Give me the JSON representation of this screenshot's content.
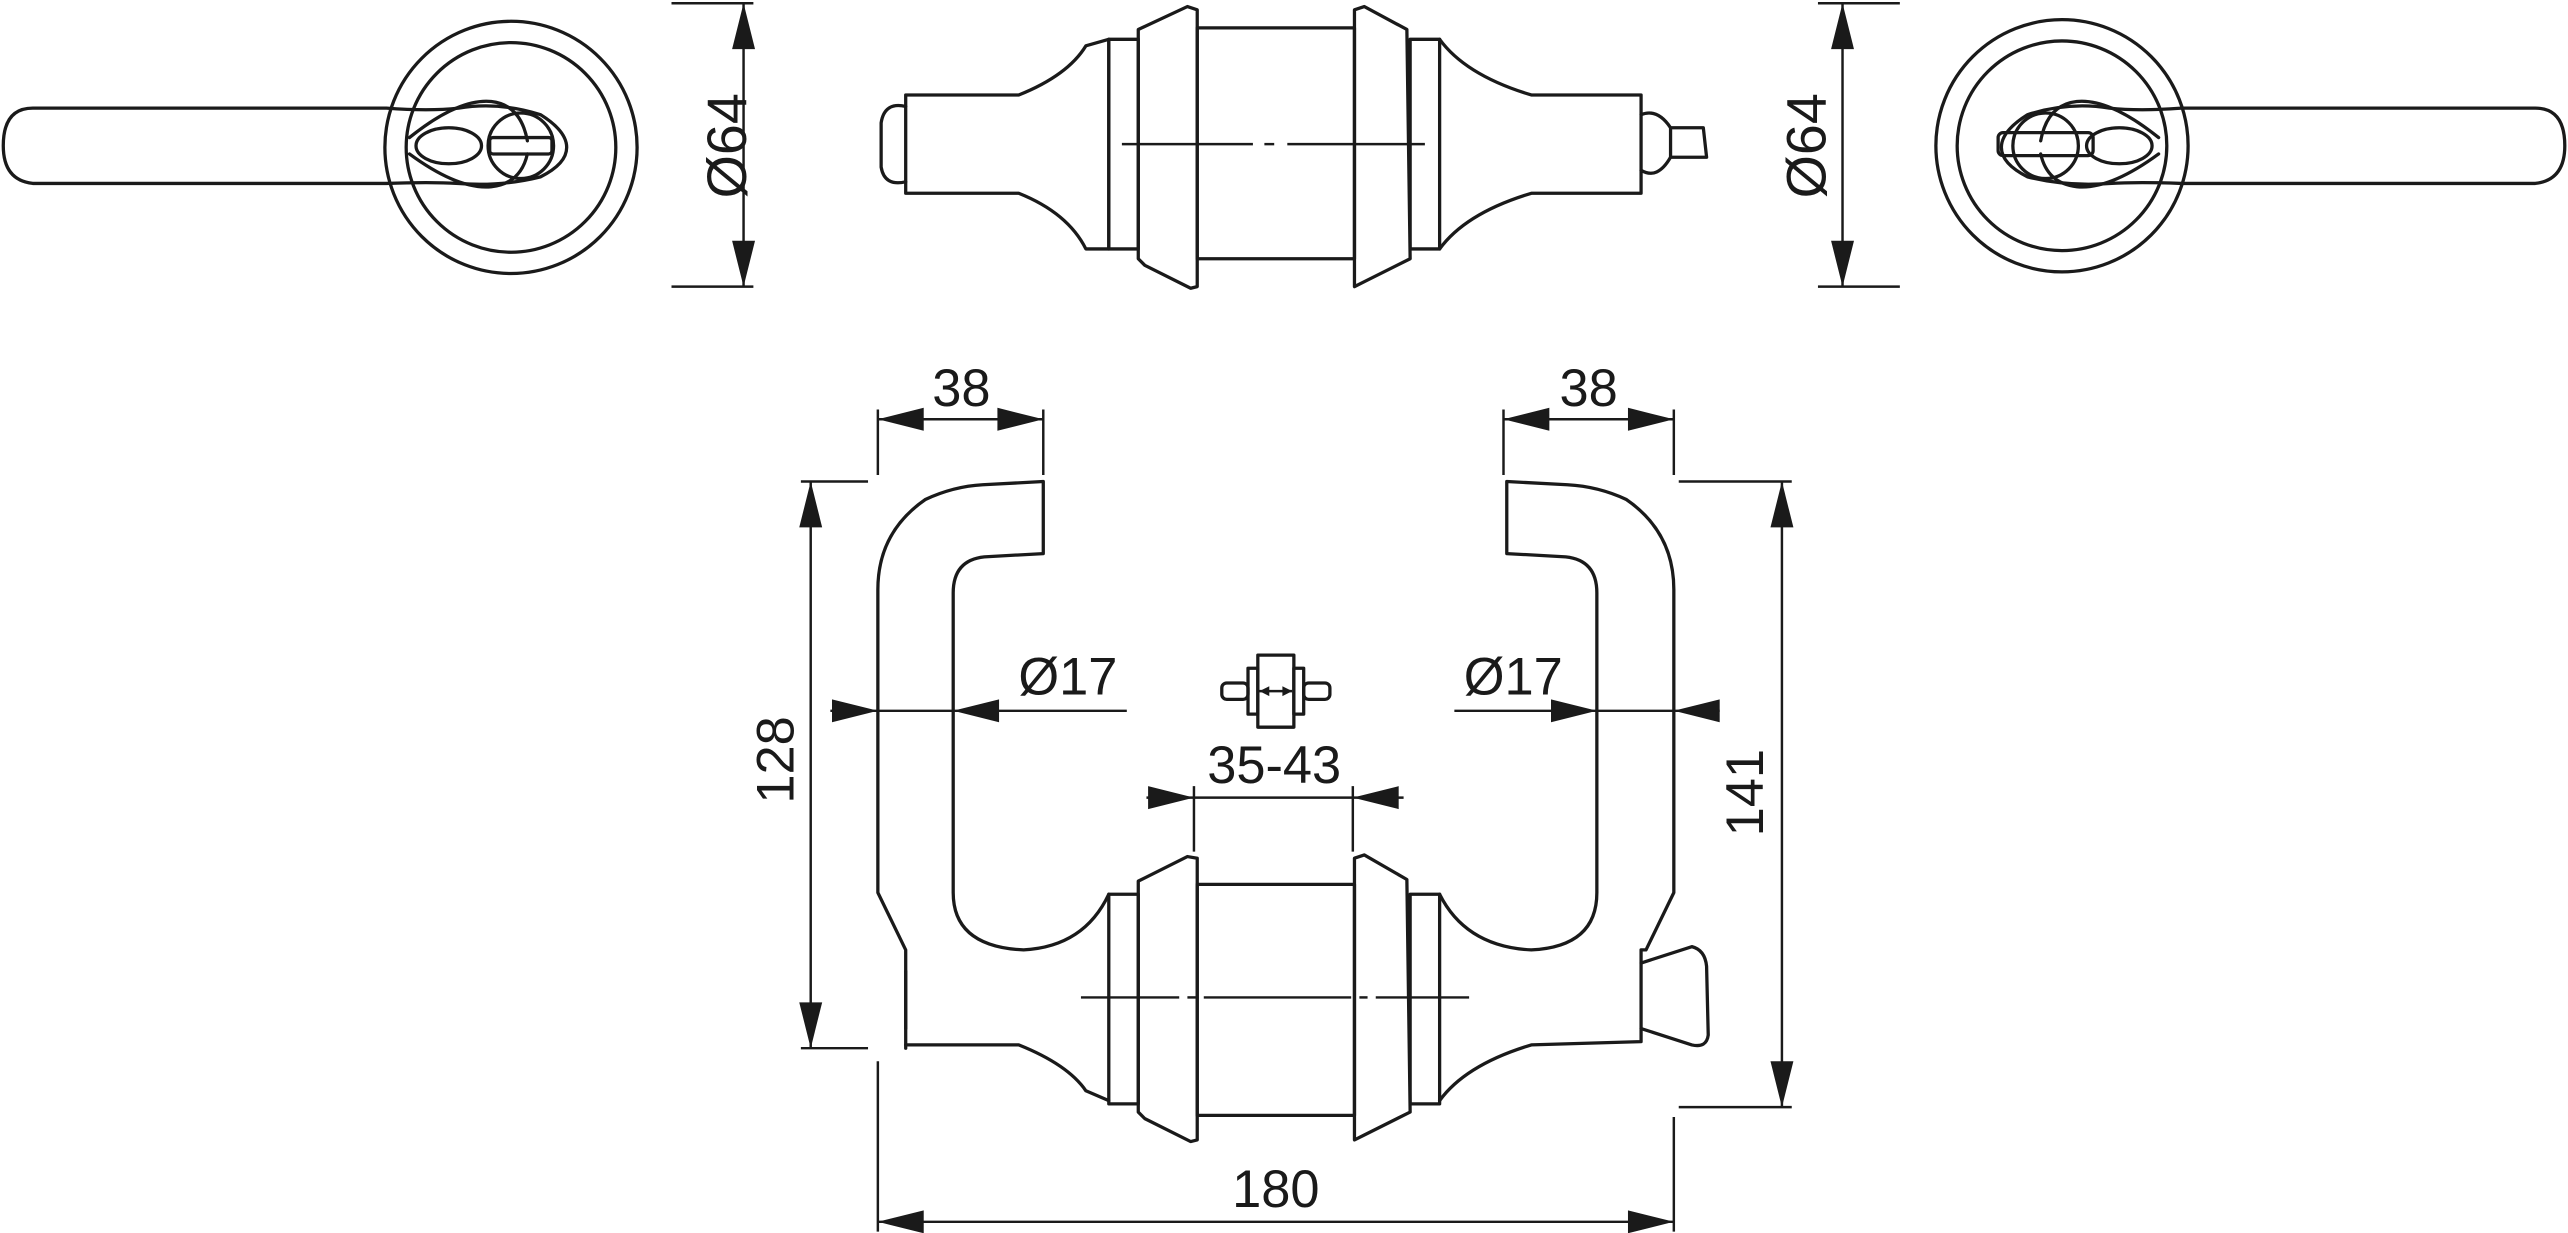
{
  "drawing": {
    "colors": {
      "line": "#1a1a1a",
      "background": "#ffffff"
    },
    "views": {
      "front_left": {
        "rose_diameter_label": "Ø64"
      },
      "side_top": {},
      "front_right": {
        "rose_diameter_label": "Ø64"
      }
    },
    "plan": {
      "left_projection_label": "38",
      "right_projection_label": "38",
      "left_diameter_label": "Ø17",
      "right_diameter_label": "Ø17",
      "left_height_label": "128",
      "right_height_label": "141",
      "door_thickness_label": "35-43",
      "overall_width_label": "180"
    }
  }
}
